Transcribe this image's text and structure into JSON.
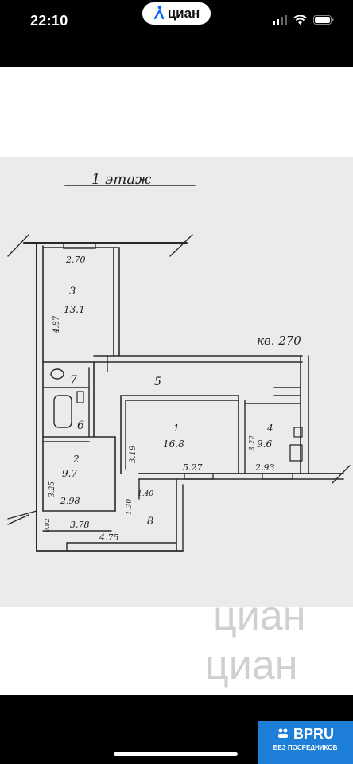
{
  "status_bar": {
    "time": "22:10",
    "brand": "циан"
  },
  "plan": {
    "floor_title": "1 этаж",
    "apartment_label": "кв. 270",
    "rooms": [
      {
        "number": "3",
        "area": "13.1"
      },
      {
        "number": "7"
      },
      {
        "number": "6"
      },
      {
        "number": "5"
      },
      {
        "number": "1",
        "area": "16.8"
      },
      {
        "number": "4",
        "area": "9.6"
      },
      {
        "number": "2",
        "area": "9.7"
      },
      {
        "number": "8"
      }
    ],
    "dimensions": [
      "2.70",
      "4.87",
      "3.19",
      "5.27",
      "3.22",
      "2.93",
      "3.25",
      "2.98",
      "1.40",
      "1.30",
      "3.78",
      "4.75",
      "0.82"
    ]
  },
  "watermark": {
    "text_1": "циан",
    "text_2": "циан"
  },
  "badge": {
    "title": "BPRU",
    "subtitle": "БЕЗ ПОСРЕДНИКОВ"
  }
}
